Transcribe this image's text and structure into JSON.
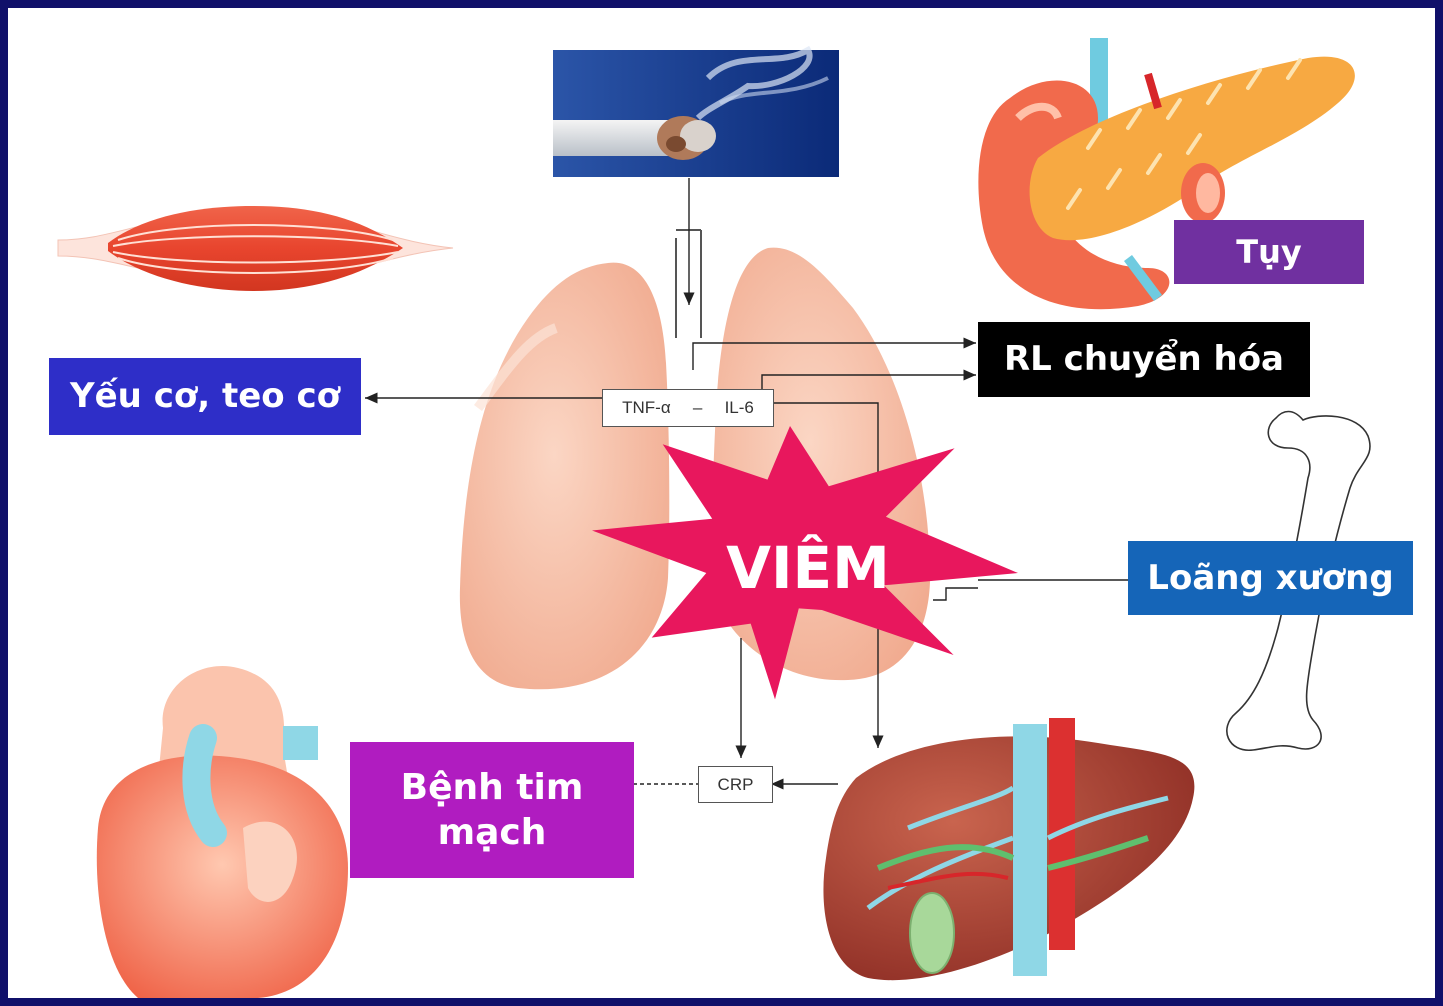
{
  "labels": {
    "pancreas": "Tụy",
    "metabolic": "RL chuyển hóa",
    "muscle": "Yếu cơ, teo cơ",
    "bone": "Loãng xương",
    "heart": "Bệnh tim mạch",
    "inflammation": "VIÊM"
  },
  "markers": {
    "tnf": "TNF-α",
    "dash": "–",
    "il6": "IL-6",
    "crp": "CRP"
  },
  "colors": {
    "background_frame": "#10106a",
    "pancreas_box": "#7030a0",
    "metabolic_box": "#000000",
    "muscle_box": "#2e2ec8",
    "bone_box": "#1565b8",
    "heart_box": "#b01cc0",
    "inflammation_star": "#e8175d"
  },
  "icons": [
    "cigarette-image",
    "lungs-illustration",
    "muscle-illustration",
    "pancreas-illustration",
    "bone-illustration",
    "heart-illustration",
    "liver-illustration"
  ]
}
